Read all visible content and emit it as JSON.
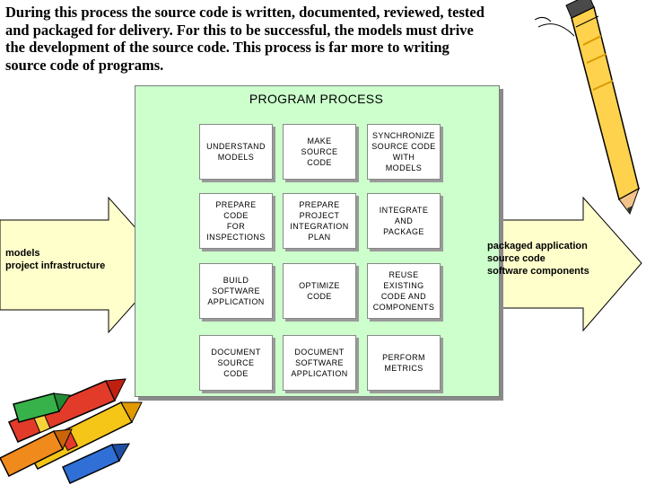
{
  "intro": {
    "lines": [
      "During this process the source code is written, documented, reviewed, tested",
      "and packaged for delivery. For this to be successful, the models must drive",
      "the development of the source code. This process is far more to writing",
      "source code of programs."
    ]
  },
  "diagram": {
    "title": "PROGRAM PROCESS",
    "inputs": [
      "models",
      "project infrastructure"
    ],
    "outputs": [
      "packaged application",
      "source code",
      "software components"
    ],
    "steps": [
      [
        "UNDERSTAND",
        "MODELS"
      ],
      [
        "MAKE",
        "SOURCE",
        "CODE"
      ],
      [
        "SYNCHRONIZE",
        "SOURCE CODE",
        "WITH",
        "MODELS"
      ],
      [
        "PREPARE",
        "CODE",
        "FOR",
        "INSPECTIONS"
      ],
      [
        "PREPARE",
        "PROJECT",
        "INTEGRATION",
        "PLAN"
      ],
      [
        "INTEGRATE",
        "AND",
        "PACKAGE"
      ],
      [
        "BUILD",
        "SOFTWARE",
        "APPLICATION"
      ],
      [
        "OPTIMIZE",
        "CODE"
      ],
      [
        "REUSE",
        "EXISTING",
        "CODE AND",
        "COMPONENTS"
      ],
      [
        "DOCUMENT",
        "SOURCE",
        "CODE"
      ],
      [
        "DOCUMENT",
        "SOFTWARE",
        "APPLICATION"
      ],
      [
        "PERFORM",
        "METRICS"
      ]
    ]
  },
  "colors": {
    "panel": "#ccffcc",
    "arrow": "#ffffcc"
  },
  "icons": [
    "pencil-icon",
    "crayons-icon"
  ]
}
